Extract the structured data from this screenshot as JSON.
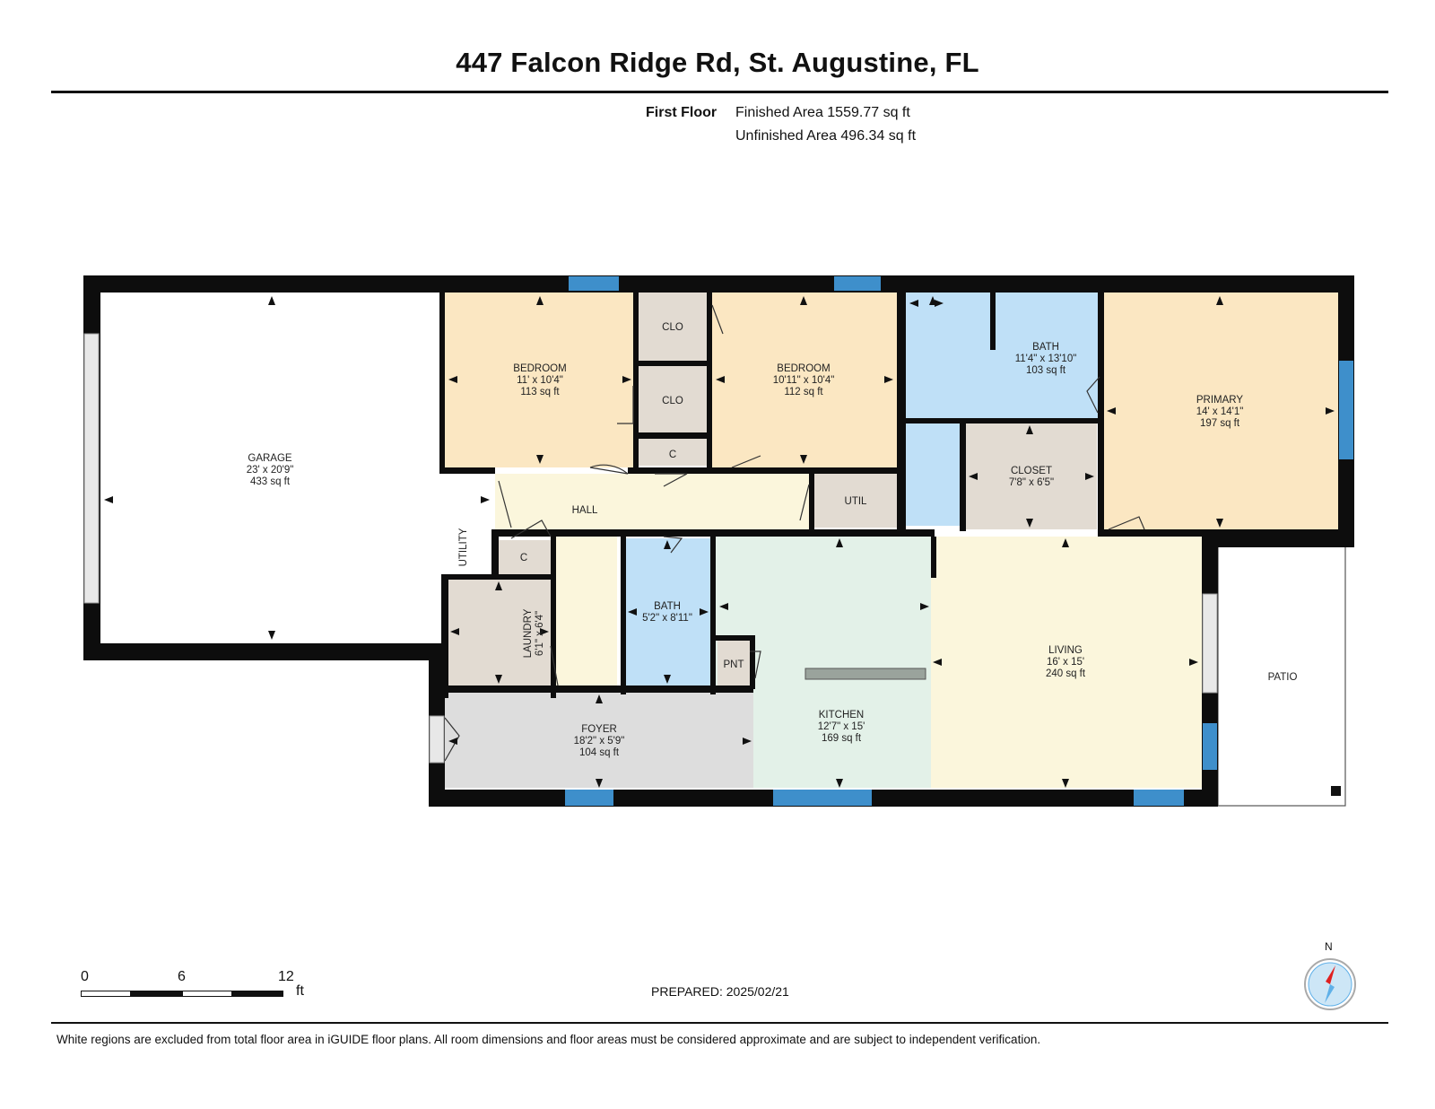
{
  "header": {
    "title": "447 Falcon Ridge Rd, St. Augustine, FL",
    "floor_label": "First Floor",
    "finished_area": "Finished Area 1559.77 sq ft",
    "unfinished_area": "Unfinished Area 496.34 sq ft"
  },
  "rooms": {
    "garage": {
      "name": "GARAGE",
      "dims": "23' x 20'9\"",
      "area": "433 sq ft"
    },
    "bedroom1": {
      "name": "BEDROOM",
      "dims": "11' x 10'4\"",
      "area": "113 sq ft"
    },
    "bedroom2": {
      "name": "BEDROOM",
      "dims": "10'11\" x 10'4\"",
      "area": "112 sq ft"
    },
    "clo1": {
      "name": "CLO"
    },
    "clo2": {
      "name": "CLO"
    },
    "c1": {
      "name": "C"
    },
    "c2": {
      "name": "C"
    },
    "bath1": {
      "name": "BATH",
      "dims": "11'4\" x 13'10\"",
      "area": "103 sq ft"
    },
    "primary": {
      "name": "PRIMARY",
      "dims": "14' x 14'1\"",
      "area": "197 sq ft"
    },
    "closet": {
      "name": "CLOSET",
      "dims": "7'8\" x 6'5\""
    },
    "hall": {
      "name": "HALL"
    },
    "util": {
      "name": "UTIL"
    },
    "utility": {
      "name": "UTILITY"
    },
    "laundry": {
      "name": "LAUNDRY",
      "dims": "6'1\" x 6'4\""
    },
    "bath2": {
      "name": "BATH",
      "dims": "5'2\" x 8'11\""
    },
    "pnt": {
      "name": "PNT"
    },
    "kitchen": {
      "name": "KITCHEN",
      "dims": "12'7\" x 15'",
      "area": "169 sq ft"
    },
    "living": {
      "name": "LIVING",
      "dims": "16' x 15'",
      "area": "240 sq ft"
    },
    "foyer": {
      "name": "FOYER",
      "dims": "18'2\" x 5'9\"",
      "area": "104 sq ft"
    },
    "patio": {
      "name": "PATIO"
    }
  },
  "colors": {
    "bedroom": "#fbe7c2",
    "bath": "#bfe0f7",
    "closet": "#e2dbd2",
    "hall": "#fbf6dc",
    "kitchen": "#e3f1e8",
    "living": "#fbf6dc",
    "foyer": "#dddddd",
    "wall": "#0d0d0d",
    "window": "#3e8fcb",
    "compass_red": "#e02020",
    "compass_blue": "#5fb0e8"
  },
  "scale": {
    "marks": [
      "0",
      "6",
      "12"
    ],
    "unit": "ft"
  },
  "compass": {
    "label": "N"
  },
  "prepared": "PREPARED: 2025/02/21",
  "footer": "White regions are excluded from total floor area in iGUIDE floor plans. All room dimensions and floor areas must be considered approximate and are subject to independent verification."
}
